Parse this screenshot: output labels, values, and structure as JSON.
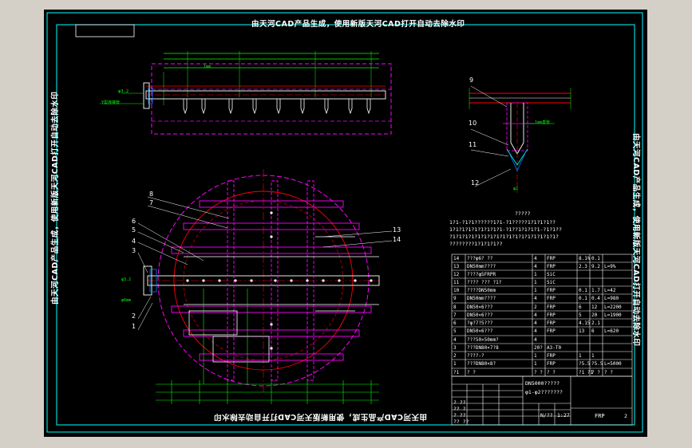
{
  "watermark": "由天河CAD产品生成，使用新版天河CAD打开自动去除水印",
  "drawing": {
    "colors": {
      "frame": "#00ffff",
      "dim": "#00ff00",
      "magenta": "#ff00ff",
      "red": "#ff0000",
      "white": "#ffffff",
      "blue": "#0080ff",
      "yellow": "#ffff00"
    },
    "top_view_labels": [
      "φ3.2",
      "Y型连接管",
      "1mm"
    ],
    "callouts": [
      "1",
      "2",
      "3",
      "4",
      "5",
      "6",
      "7",
      "8",
      "13",
      "14"
    ],
    "detail_callouts": [
      "9",
      "10",
      "11",
      "12"
    ],
    "detail_labels": [
      "1mm直管",
      "φ2"
    ],
    "left_labels": [
      "φ3.2",
      "φ6mm"
    ]
  },
  "notes": {
    "title": "?????",
    "lines": [
      "1?1-?1?1??????1?1-?1?????1?1?1?1??",
      "1?1?1?1?1?1?1?1?1-?1??1?1?1?1-?1?1??",
      "?1?1?1?1?1?1?1?1?1?1?1?1?1?1?1?1?1?",
      "????????1?1?1?1??"
    ]
  },
  "bom": {
    "rows": [
      {
        "no": "14",
        "name": "???φ6? ??",
        "qty": "4",
        "mat": "FRP",
        "w1": "8.1%",
        "w2": "0.1",
        "note": ""
      },
      {
        "no": "13",
        "name": "DN50mm????",
        "qty": "4",
        "mat": "FRP",
        "w1": "2.3",
        "w2": "9.2",
        "note": "L=9%"
      },
      {
        "no": "12",
        "name": "????φ5FRPR",
        "qty": "1",
        "mat": "SiC",
        "w1": "",
        "w2": "",
        "note": ""
      },
      {
        "no": "11",
        "name": "???? ??? ?1?",
        "qty": "1",
        "mat": "SiC",
        "w1": "",
        "w2": "",
        "note": ""
      },
      {
        "no": "10",
        "name": "????DN50mm",
        "qty": "1",
        "mat": "FRP",
        "w1": "0.1",
        "w2": "1.7",
        "note": "L=42"
      },
      {
        "no": "9",
        "name": "DN50mm????",
        "qty": "4",
        "mat": "FRP",
        "w1": "0.1",
        "w2": "0.4",
        "note": "L=980"
      },
      {
        "no": "8",
        "name": "DN50×6???",
        "qty": "2",
        "mat": "FRP",
        "w1": "6",
        "w2": "12",
        "note": "L=2200"
      },
      {
        "no": "7",
        "name": "DN50×6???",
        "qty": "4",
        "mat": "FRP",
        "w1": "5",
        "w2": "20",
        "note": "L=1900"
      },
      {
        "no": "6",
        "name": "?φ?7?5???",
        "qty": "4",
        "mat": "FRP",
        "w1": "4.15",
        "w2": "2.1",
        "note": ""
      },
      {
        "no": "5",
        "name": "DN50×6???",
        "qty": "4",
        "mat": "FRP",
        "w1": "13",
        "w2": "6",
        "note": "L=620"
      },
      {
        "no": "4",
        "name": "???50×50mm?",
        "qty": "4",
        "mat": "",
        "w1": "",
        "w2": "",
        "note": ""
      },
      {
        "no": "3",
        "name": "???DN80×7?8",
        "qty": "20?",
        "mat": "A3-T0",
        "w1": "",
        "w2": "",
        "note": ""
      },
      {
        "no": "2",
        "name": "????-?",
        "qty": "1",
        "mat": "FRP",
        "w1": "1",
        "w2": "1",
        "note": ""
      },
      {
        "no": "1",
        "name": "???DN80×8?",
        "qty": "1",
        "mat": "FRP",
        "w1": "?5.5",
        "w2": "?5.5",
        "note": "L=5000"
      },
      {
        "no": "?1",
        "name": "? ?",
        "qty": "? ?",
        "mat": "? ?",
        "w1": "?1 ?1",
        "w2": "? ?",
        "note": "? ?"
      }
    ]
  },
  "title_block": {
    "name": "DN5000?????",
    "subtitle": "φ1-φ2???????",
    "material": "FRP",
    "sheet": "2",
    "scale": "1:27",
    "weight": "N/??",
    "cells": [
      "? ??",
      "?? ?",
      "? ??",
      "?? ??"
    ]
  }
}
